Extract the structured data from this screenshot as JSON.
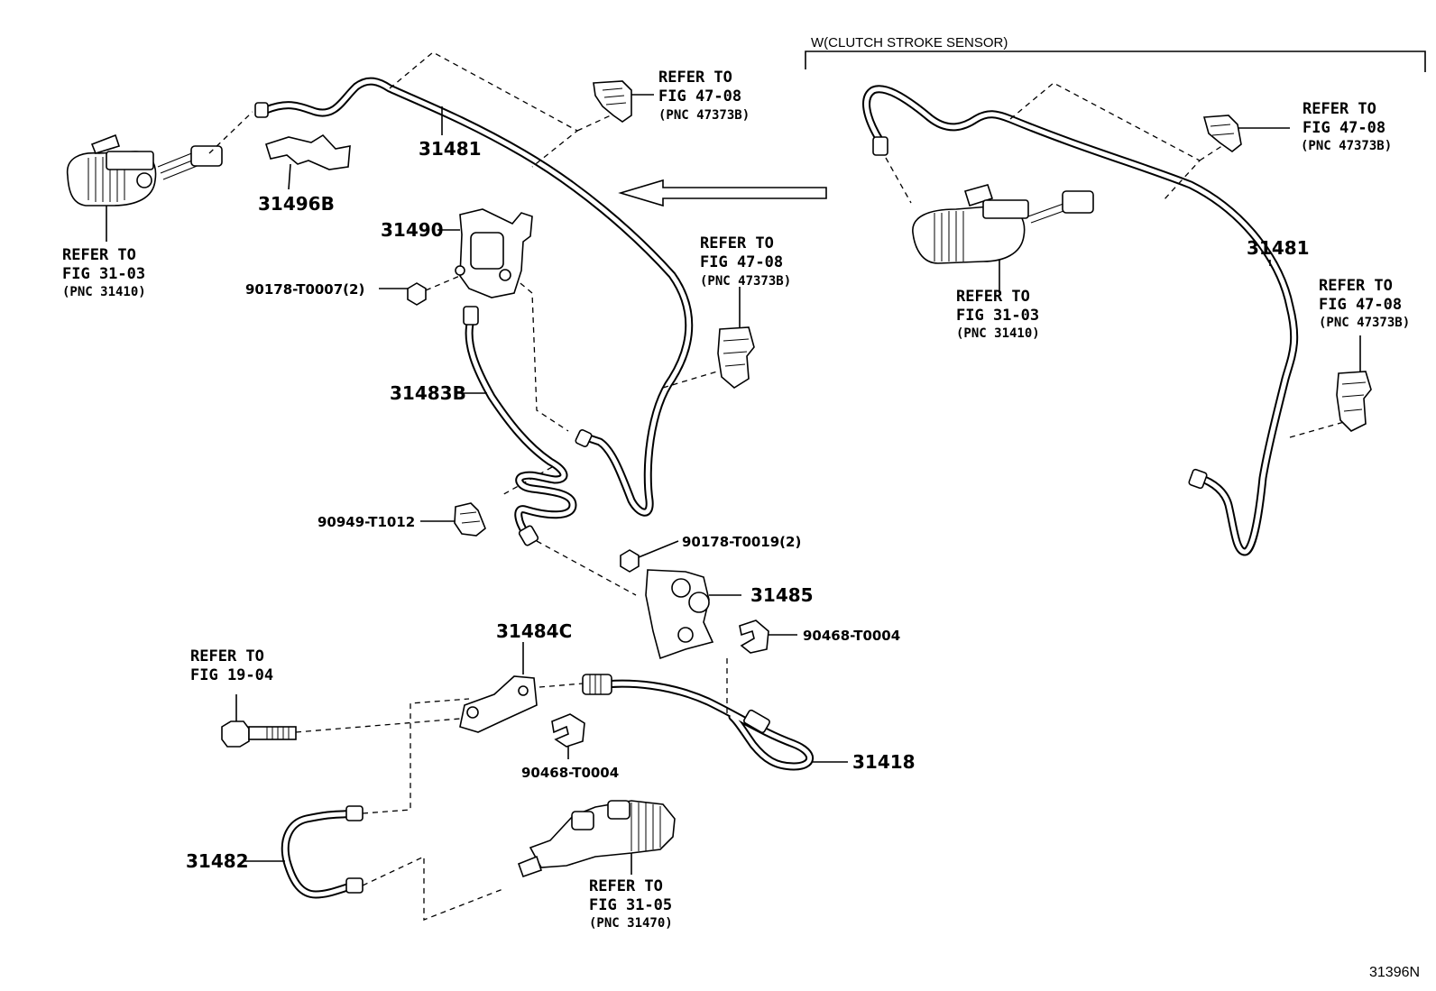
{
  "header": {
    "variant_label": "W(CLUTCH STROKE SENSOR)"
  },
  "figure_code": "31396N",
  "parts": {
    "p31481_left": "31481",
    "p31481_right": "31481",
    "p31496B": "31496B",
    "p31490": "31490",
    "p90178_T0007": "90178-T0007(2)",
    "p31483B": "31483B",
    "p90949_T1012": "90949-T1012",
    "p90178_T0019": "90178-T0019(2)",
    "p31485": "31485",
    "p90468_T0004_a": "90468-T0004",
    "p31484C": "31484C",
    "p31418": "31418",
    "p90468_T0004_b": "90468-T0004",
    "p31482": "31482"
  },
  "refs": {
    "ref_4708_top": {
      "l1": "REFER TO",
      "l2": "FIG 47-08",
      "l3": "(PNC 47373B)"
    },
    "ref_4708_mid": {
      "l1": "REFER TO",
      "l2": "FIG 47-08",
      "l3": "(PNC 47373B)"
    },
    "ref_3103_left": {
      "l1": "REFER TO",
      "l2": "FIG 31-03",
      "l3": "(PNC 31410)"
    },
    "ref_4708_rtop": {
      "l1": "REFER TO",
      "l2": "FIG 47-08",
      "l3": "(PNC 47373B)"
    },
    "ref_4708_rmid": {
      "l1": "REFER TO",
      "l2": "FIG 47-08",
      "l3": "(PNC 47373B)"
    },
    "ref_3103_right": {
      "l1": "REFER TO",
      "l2": "FIG 31-03",
      "l3": "(PNC 31410)"
    },
    "ref_1904": {
      "l1": "REFER TO",
      "l2": "FIG 19-04"
    },
    "ref_3105": {
      "l1": "REFER TO",
      "l2": "FIG 31-05",
      "l3": "(PNC 31470)"
    }
  }
}
